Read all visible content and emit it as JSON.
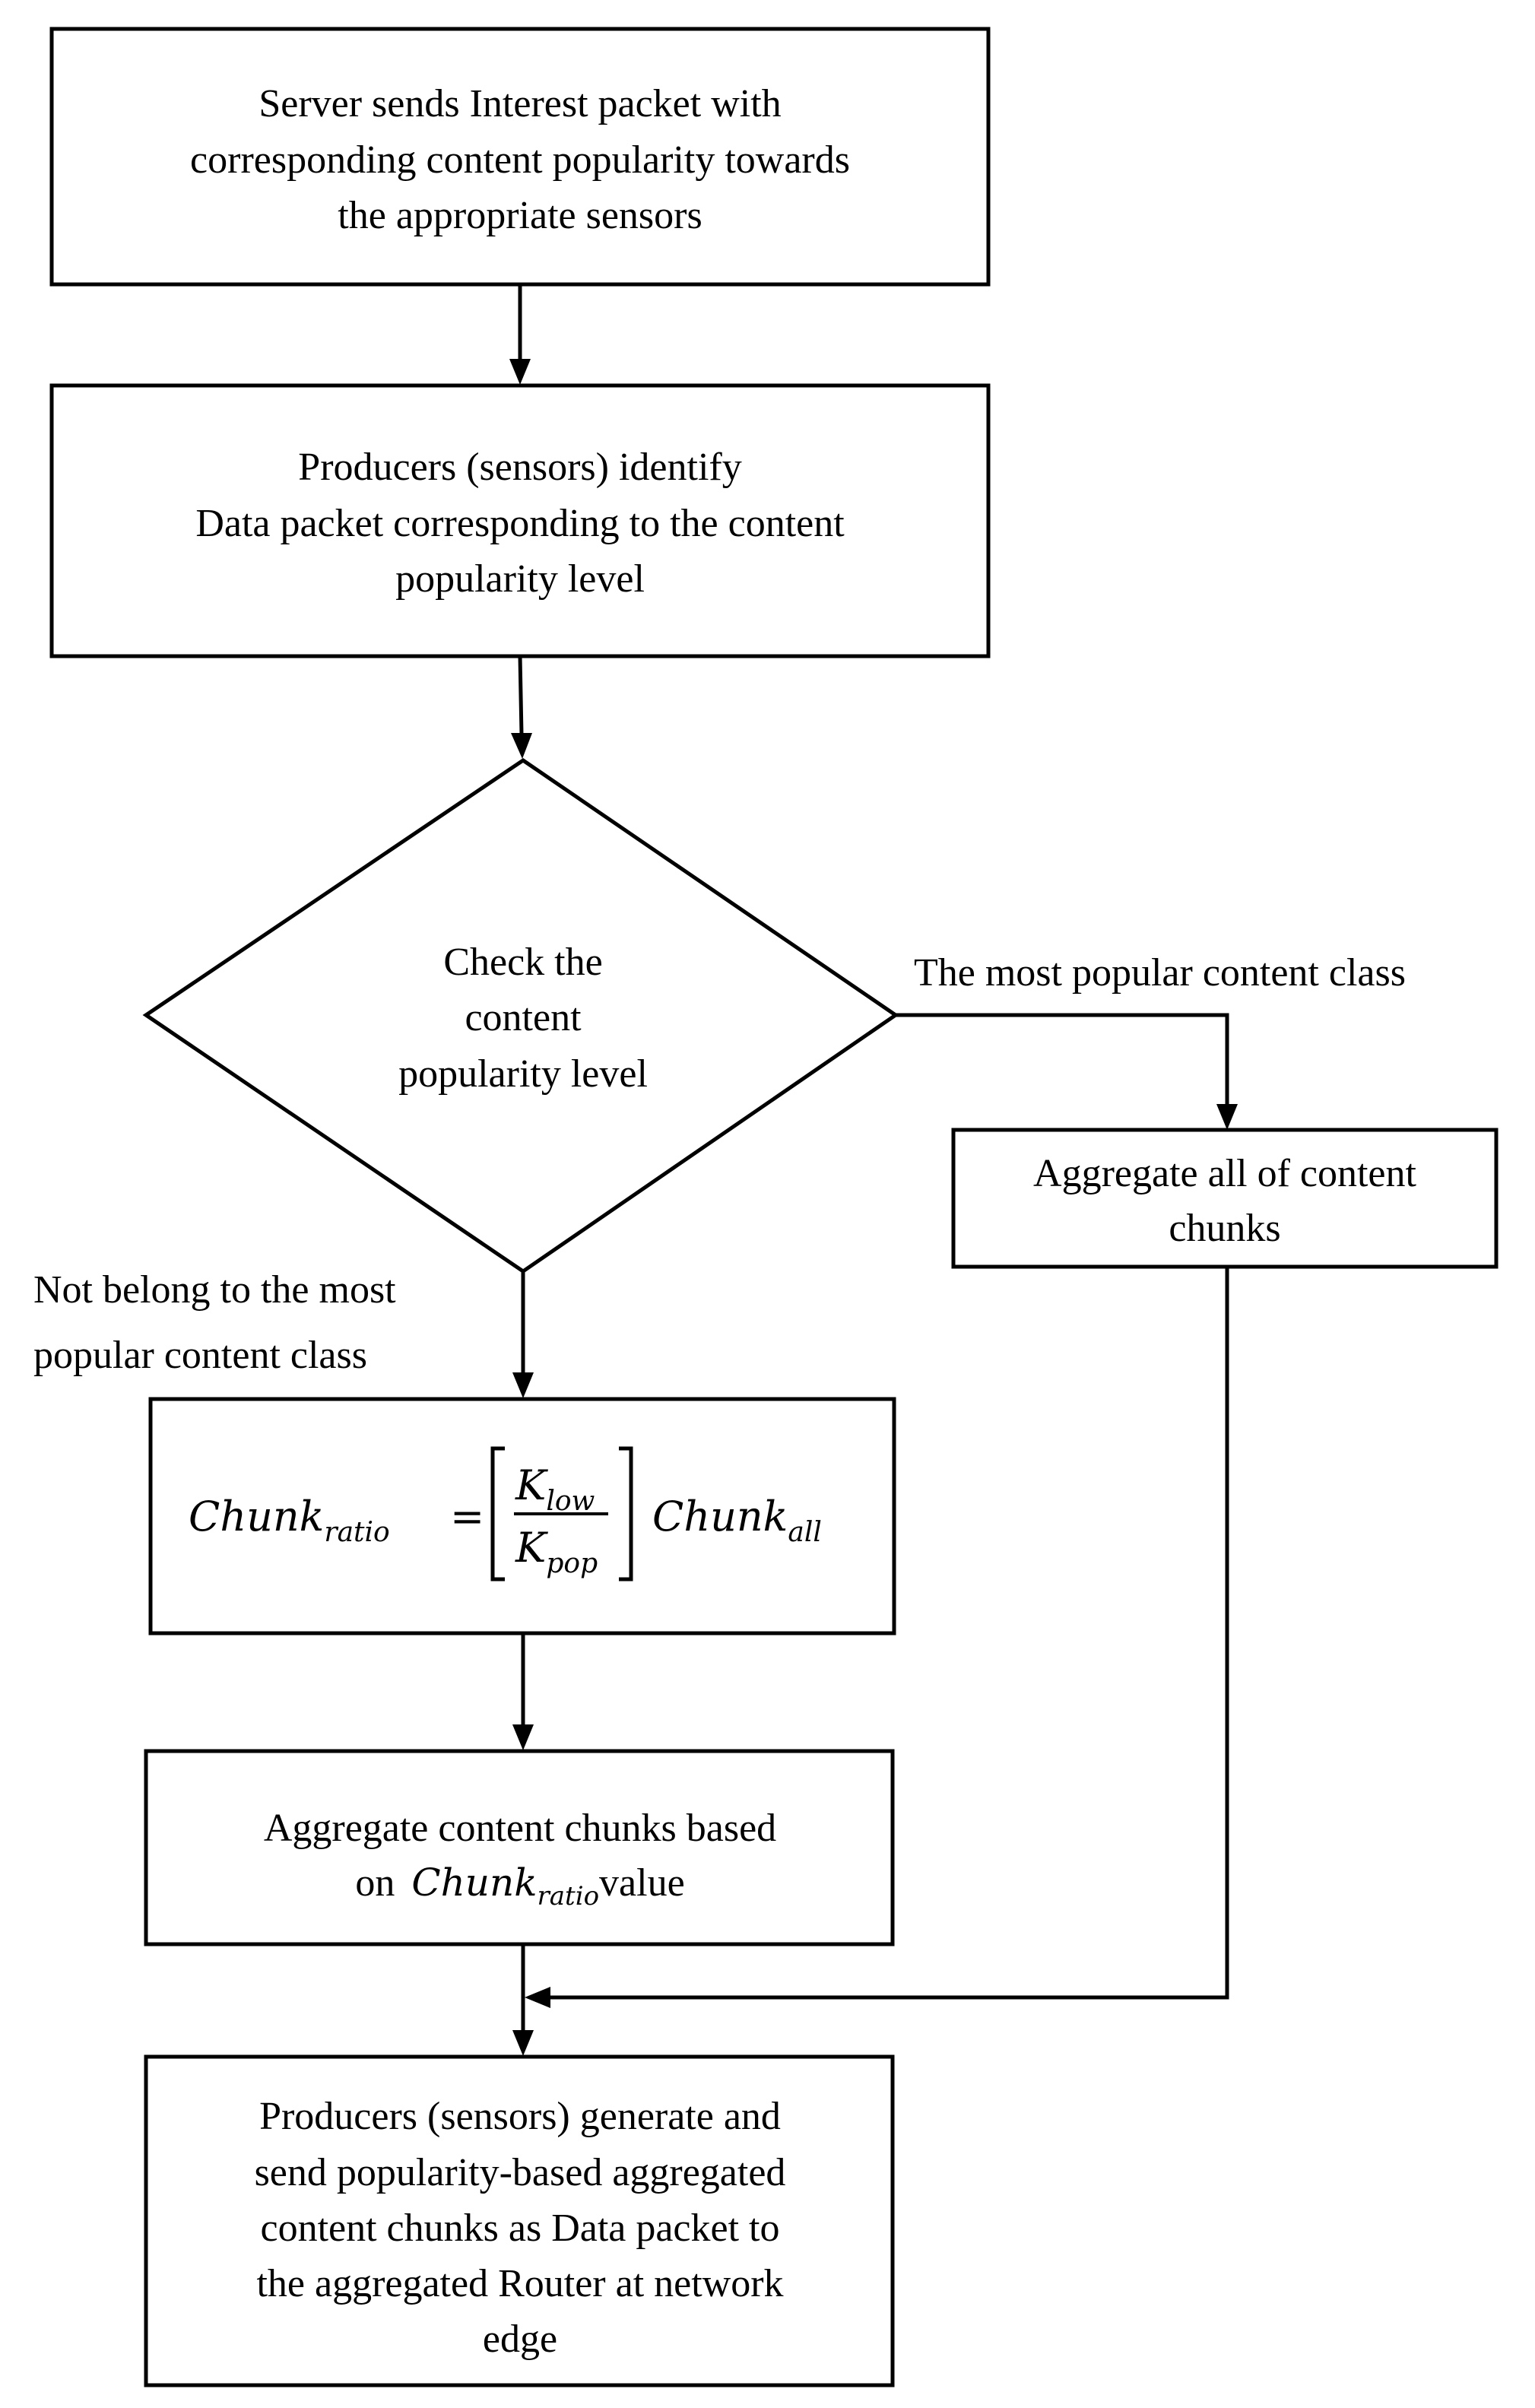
{
  "nodes": {
    "send_interest": {
      "lines": [
        "Server sends Interest packet with",
        "corresponding content popularity towards",
        "the appropriate sensors"
      ]
    },
    "identify_data": {
      "lines": [
        "Producers (sensors) identify",
        "Data packet corresponding to the content",
        "popularity level"
      ]
    },
    "check_popularity": {
      "lines": [
        "Check the",
        "content",
        "popularity level"
      ]
    },
    "aggregate_all": {
      "lines": [
        "Aggregate all of content",
        "chunks"
      ]
    },
    "chunk_formula": {
      "lhs_base": "Chunk",
      "lhs_sub": "ratio",
      "equals": "=",
      "numerator_base": "K",
      "numerator_sub": "low",
      "denominator_base": "K",
      "denominator_sub": "pop",
      "rhs_base": "Chunk",
      "rhs_sub": "all"
    },
    "aggregate_ratio": {
      "line1": "Aggregate content chunks based",
      "line2_prefix": "on",
      "line2_math_base": "Chunk",
      "line2_math_sub": "ratio",
      "line2_suffix": "value"
    },
    "generate_send": {
      "lines": [
        "Producers (sensors) generate and",
        "send popularity-based aggregated",
        "content chunks as Data packet to",
        "the aggregated Router at network",
        "edge"
      ]
    }
  },
  "edges": {
    "most_popular_label": "The most popular content class",
    "not_most_popular_label_lines": [
      "Not belong to the most",
      "popular content class"
    ]
  }
}
